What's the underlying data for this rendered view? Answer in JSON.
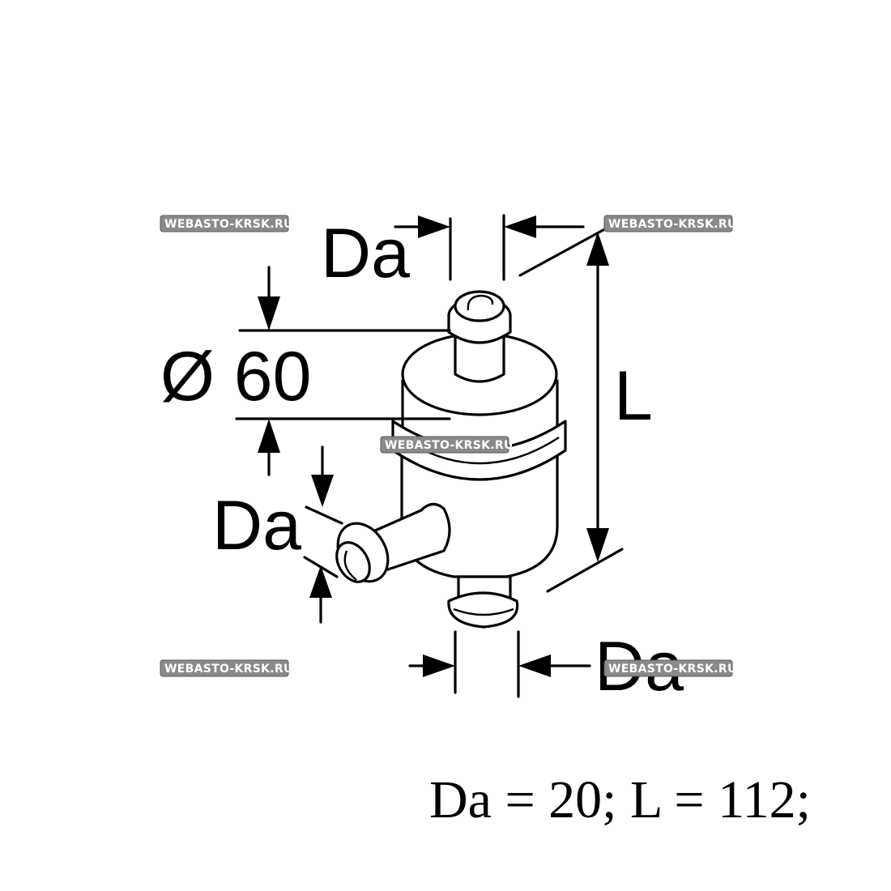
{
  "labels": {
    "da_top": "Da",
    "diameter": "Ø 60",
    "length": "L",
    "da_side": "Da",
    "da_bottom": "Da"
  },
  "watermarks": [
    "WEBASTO-KRSK.RU",
    "WEBASTO-KRSK.RU",
    "WEBASTO-KRSK.RU",
    "WEBASTO-KRSK.RU",
    "WEBASTO-KRSK.RU"
  ],
  "spec": "Da = 20; L = 112;"
}
